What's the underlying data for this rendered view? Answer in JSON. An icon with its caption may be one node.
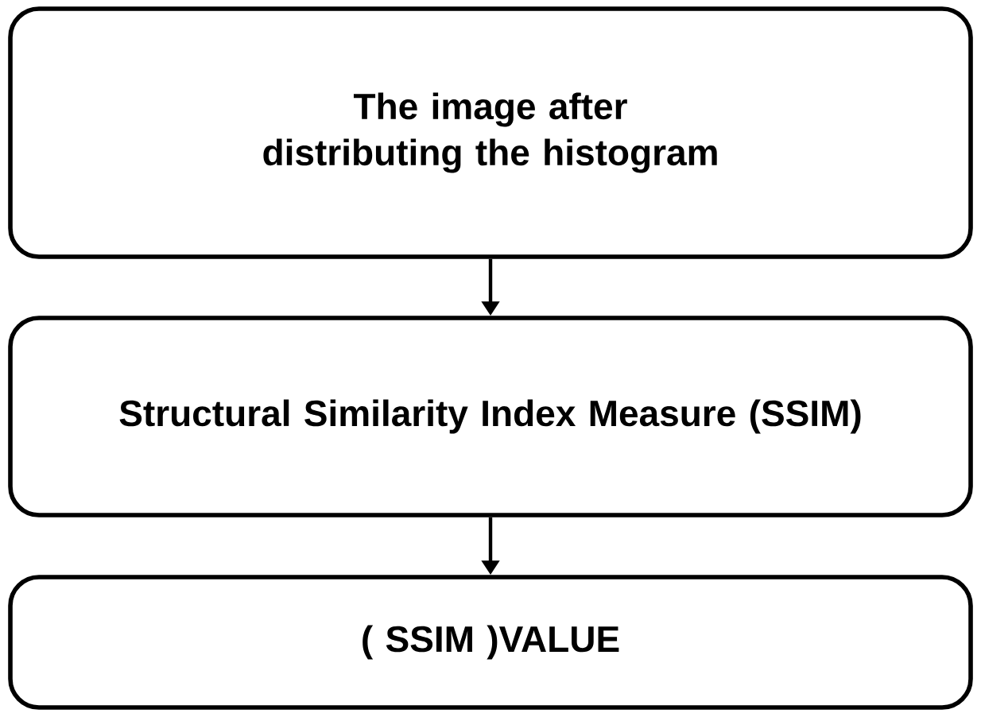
{
  "diagram": {
    "nodes": [
      {
        "text": [
          "The image after distributing the histogram"
        ]
      },
      {
        "text": [
          "Structural Similarity Index Measure (SSIM)"
        ]
      },
      {
        "text": [
          "( SSIM )VALUE"
        ]
      }
    ],
    "edges": [
      {
        "from": 0,
        "to": 1,
        "arrow": "to"
      },
      {
        "from": 1,
        "to": 2,
        "arrow": "to"
      }
    ]
  }
}
